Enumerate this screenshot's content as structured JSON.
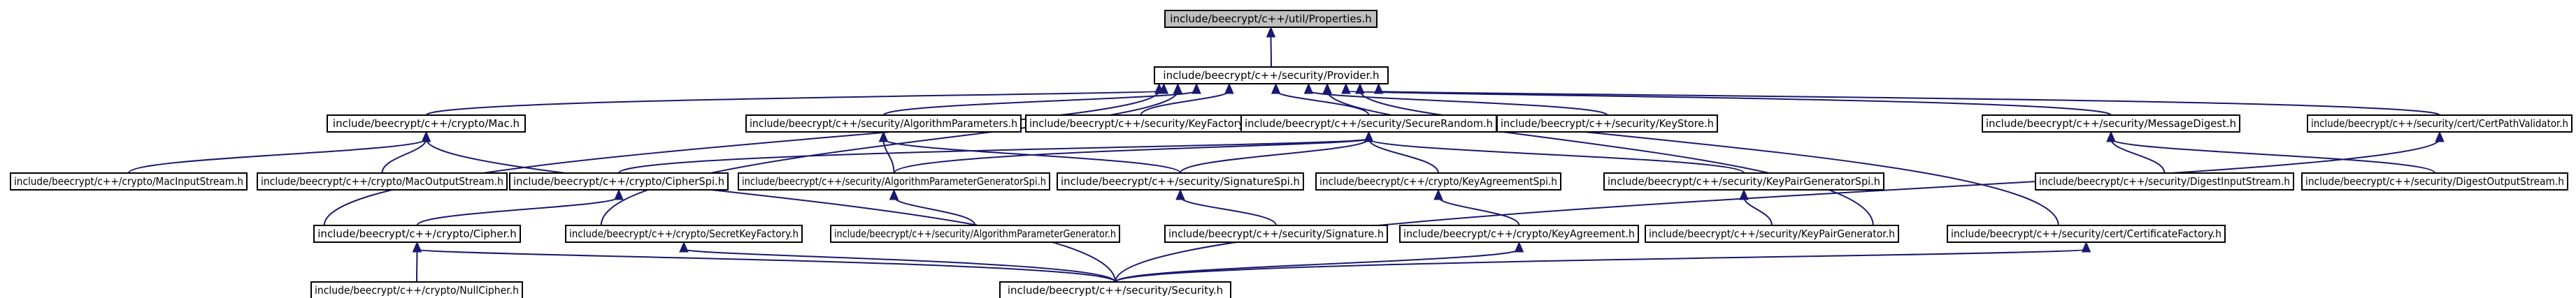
{
  "diagram": {
    "type": "dependency-graph",
    "root": "properties",
    "edge_color": "#191970",
    "root_fill": "#bfbfbf",
    "nodes": [
      {
        "id": "properties",
        "label": "include/beecrypt/c++/util/Properties.h"
      },
      {
        "id": "provider",
        "label": "include/beecrypt/c++/security/Provider.h"
      },
      {
        "id": "mac",
        "label": "include/beecrypt/c++/crypto/Mac.h"
      },
      {
        "id": "algparams",
        "label": "include/beecrypt/c++/security/AlgorithmParameters.h"
      },
      {
        "id": "keyfactory",
        "label": "include/beecrypt/c++/security/KeyFactory.h"
      },
      {
        "id": "securerandom",
        "label": "include/beecrypt/c++/security/SecureRandom.h"
      },
      {
        "id": "keystore",
        "label": "include/beecrypt/c++/security/KeyStore.h"
      },
      {
        "id": "messagedigest",
        "label": "include/beecrypt/c++/security/MessageDigest.h"
      },
      {
        "id": "certpathvalidator",
        "label": "include/beecrypt/c++/security/cert/CertPathValidator.h"
      },
      {
        "id": "macinputstream",
        "label": "include/beecrypt/c++/crypto/MacInputStream.h"
      },
      {
        "id": "macoutputstream",
        "label": "include/beecrypt/c++/crypto/MacOutputStream.h"
      },
      {
        "id": "cipherspi",
        "label": "include/beecrypt/c++/crypto/CipherSpi.h"
      },
      {
        "id": "algparamgenspi",
        "label": "include/beecrypt/c++/security/AlgorithmParameterGeneratorSpi.h"
      },
      {
        "id": "signaturespi",
        "label": "include/beecrypt/c++/security/SignatureSpi.h"
      },
      {
        "id": "keyagreementspi",
        "label": "include/beecrypt/c++/crypto/KeyAgreementSpi.h"
      },
      {
        "id": "keypairgenspi",
        "label": "include/beecrypt/c++/security/KeyPairGeneratorSpi.h"
      },
      {
        "id": "digestinputstream",
        "label": "include/beecrypt/c++/security/DigestInputStream.h"
      },
      {
        "id": "digestoutputstream",
        "label": "include/beecrypt/c++/security/DigestOutputStream.h"
      },
      {
        "id": "cipher",
        "label": "include/beecrypt/c++/crypto/Cipher.h"
      },
      {
        "id": "secretkeyfactory",
        "label": "include/beecrypt/c++/crypto/SecretKeyFactory.h"
      },
      {
        "id": "algparamgen",
        "label": "include/beecrypt/c++/security/AlgorithmParameterGenerator.h"
      },
      {
        "id": "signature",
        "label": "include/beecrypt/c++/security/Signature.h"
      },
      {
        "id": "keyagreement",
        "label": "include/beecrypt/c++/crypto/KeyAgreement.h"
      },
      {
        "id": "keypairgen",
        "label": "include/beecrypt/c++/security/KeyPairGenerator.h"
      },
      {
        "id": "certificatefactory",
        "label": "include/beecrypt/c++/security/cert/CertificateFactory.h"
      },
      {
        "id": "nullcipher",
        "label": "include/beecrypt/c++/crypto/NullCipher.h"
      },
      {
        "id": "security",
        "label": "include/beecrypt/c++/security/Security.h"
      }
    ],
    "edges": [
      {
        "from": "provider",
        "to": "properties"
      },
      {
        "from": "mac",
        "to": "provider"
      },
      {
        "from": "algparams",
        "to": "provider"
      },
      {
        "from": "keyfactory",
        "to": "provider"
      },
      {
        "from": "securerandom",
        "to": "provider"
      },
      {
        "from": "keystore",
        "to": "provider"
      },
      {
        "from": "messagedigest",
        "to": "provider"
      },
      {
        "from": "certpathvalidator",
        "to": "provider"
      },
      {
        "from": "cipher",
        "to": "provider"
      },
      {
        "from": "secretkeyfactory",
        "to": "provider"
      },
      {
        "from": "keypairgen",
        "to": "provider"
      },
      {
        "from": "certificatefactory",
        "to": "provider"
      },
      {
        "from": "macinputstream",
        "to": "mac"
      },
      {
        "from": "macoutputstream",
        "to": "mac"
      },
      {
        "from": "security",
        "to": "mac"
      },
      {
        "from": "algparamgenspi",
        "to": "algparams"
      },
      {
        "from": "signaturespi",
        "to": "algparams"
      },
      {
        "from": "cipherspi",
        "to": "securerandom"
      },
      {
        "from": "algparamgenspi",
        "to": "securerandom"
      },
      {
        "from": "signaturespi",
        "to": "securerandom"
      },
      {
        "from": "keyagreementspi",
        "to": "securerandom"
      },
      {
        "from": "keypairgenspi",
        "to": "securerandom"
      },
      {
        "from": "digestinputstream",
        "to": "messagedigest"
      },
      {
        "from": "digestoutputstream",
        "to": "messagedigest"
      },
      {
        "from": "security",
        "to": "certpathvalidator"
      },
      {
        "from": "cipher",
        "to": "cipherspi"
      },
      {
        "from": "algparamgen",
        "to": "algparamgenspi"
      },
      {
        "from": "signature",
        "to": "signaturespi"
      },
      {
        "from": "keyagreement",
        "to": "keyagreementspi"
      },
      {
        "from": "keypairgen",
        "to": "keypairgenspi"
      },
      {
        "from": "nullcipher",
        "to": "cipher"
      },
      {
        "from": "security",
        "to": "cipher"
      },
      {
        "from": "security",
        "to": "secretkeyfactory"
      },
      {
        "from": "security",
        "to": "keyagreement"
      },
      {
        "from": "security",
        "to": "certificatefactory"
      }
    ]
  }
}
